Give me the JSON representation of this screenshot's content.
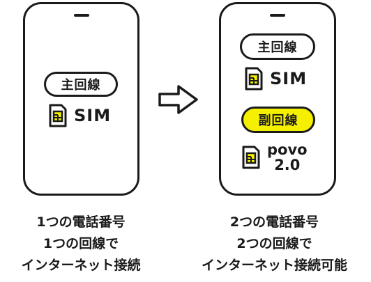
{
  "left_phone": {
    "line_badge": "主回線",
    "sim_label": "SIM"
  },
  "right_phone": {
    "primary_badge": "主回線",
    "primary_sim_label": "SIM",
    "secondary_badge": "副回線",
    "secondary_sim_label_line1": "povo",
    "secondary_sim_label_line2": "2.0"
  },
  "captions": {
    "left": [
      "1つの電話番号",
      "1つの回線で",
      "インターネット接続"
    ],
    "right": [
      "2つの電話番号",
      "2つの回線で",
      "インターネット接続可能"
    ]
  },
  "colors": {
    "secondary_badge_fill": "#f5f000",
    "outline": "#1a1a1a"
  },
  "icons": [
    "sim-card-icon",
    "right-arrow-icon"
  ]
}
